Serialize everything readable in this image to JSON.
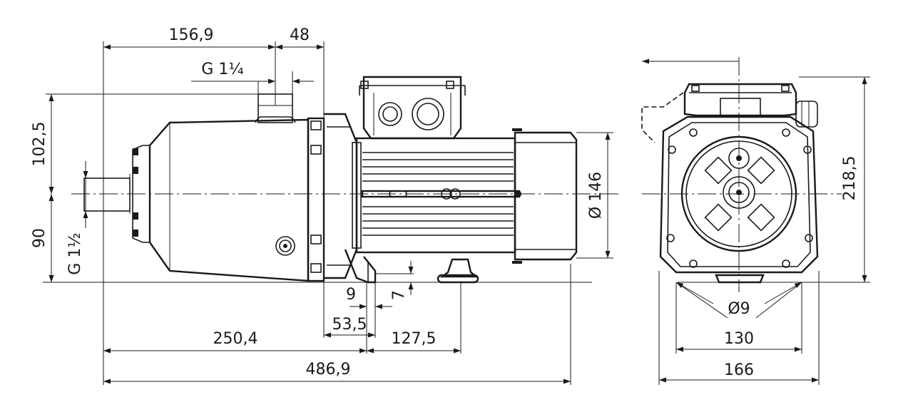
{
  "side_view": {
    "dim_inlet_offset": "156,9",
    "dim_discharge_width": "48",
    "discharge_thread": "G 1¼",
    "dim_upper_height": "102,5",
    "dim_lower_height": "90",
    "suction_thread": "G 1½",
    "dim_motor_diameter": "Ø 146",
    "dim_foot_slot": "9",
    "dim_foot_height": "7",
    "dim_foot_offset": "53,5",
    "dim_foot_to_front": "250,4",
    "dim_foot_spacing": "127,5",
    "dim_total_length": "486,9"
  },
  "front_view": {
    "dim_total_height": "218,5",
    "dim_hole": "Ø9",
    "dim_foot_width": "130",
    "dim_total_width": "166"
  }
}
